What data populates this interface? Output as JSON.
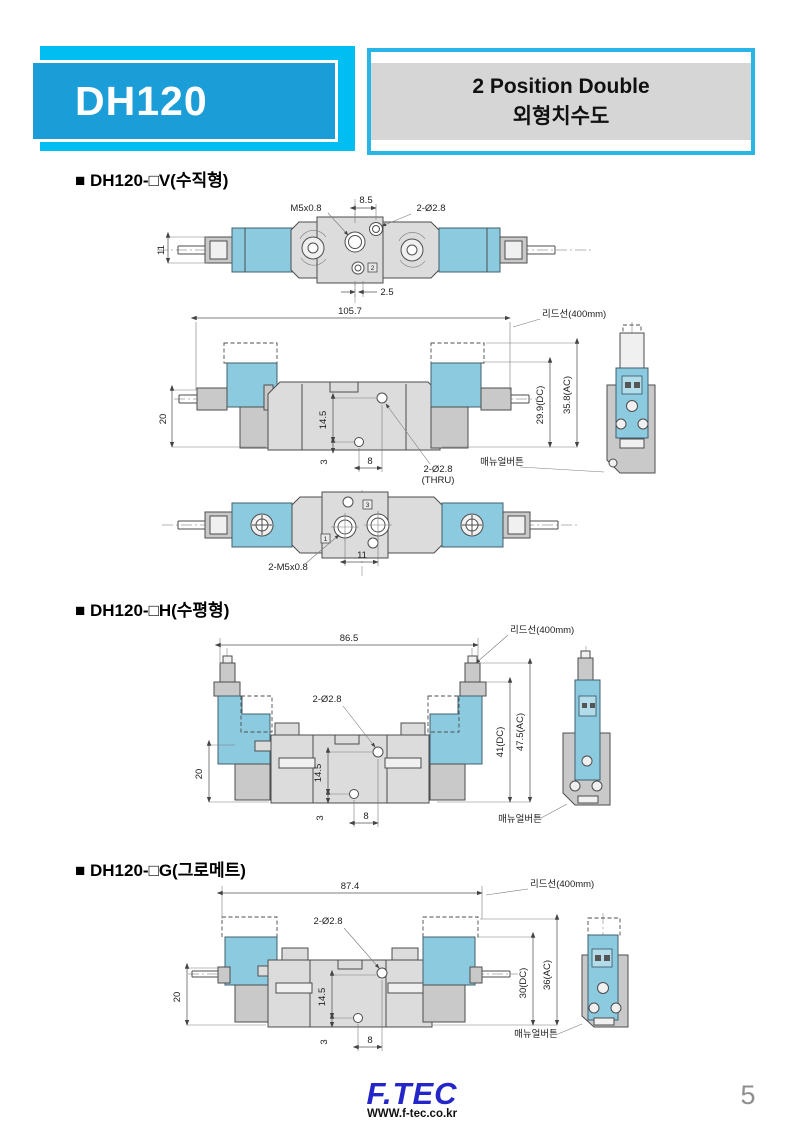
{
  "header": {
    "model": "DH120",
    "box_title_line1": "2 Position Double",
    "box_title_line2": "외형치수도"
  },
  "colors": {
    "cyan_back": "#00bdf2",
    "cyan_front": "#1b9dd8",
    "title_band_gray": "#d6d6d6",
    "solenoid_fill": "#8ccadf",
    "body_fill": "#dcdcdc",
    "logo_blue": "#2526c8"
  },
  "sections": [
    {
      "title": "■ DH120-□V(수직형)",
      "top_view": {
        "dim_width": "8.5",
        "label_thread": "M5x0.8",
        "label_holes": "2-Ø2.8",
        "dim_height": "11",
        "dim_offset": "2.5",
        "port_2": "2"
      },
      "front_view": {
        "dim_overall": "105.7",
        "label_lead": "리드선(400mm)",
        "dim_20": "20",
        "dim_145": "14.5",
        "dim_3": "3",
        "dim_8": "8",
        "label_holes1": "2-Ø2.8",
        "label_holes2": "(THRU)",
        "dim_dc": "29.9(DC)",
        "dim_ac": "35.8(AC)",
        "label_manual": "매뉴얼버튼"
      },
      "bottom_view": {
        "label_thread": "2-M5x0.8",
        "dim_pitch": "11",
        "port_3": "3",
        "port_1": "1"
      }
    },
    {
      "title": "■ DH120-□H(수평형)",
      "front_view": {
        "dim_overall": "86.5",
        "label_lead": "리드선(400mm)",
        "label_holes": "2-Ø2.8",
        "dim_20": "20",
        "dim_145": "14.5",
        "dim_3": "3",
        "dim_8": "8",
        "dim_dc": "41(DC)",
        "dim_ac": "47.5(AC)",
        "label_manual": "매뉴얼버튼"
      }
    },
    {
      "title": "■ DH120-□G(그로메트)",
      "front_view": {
        "dim_overall": "87.4",
        "label_lead": "리드선(400mm)",
        "label_holes": "2-Ø2.8",
        "dim_20": "20",
        "dim_145": "14.5",
        "dim_3": "3",
        "dim_8": "8",
        "dim_dc": "30(DC)",
        "dim_ac": "36(AC)",
        "label_manual": "매뉴얼버튼"
      }
    }
  ],
  "footer": {
    "logo": "F.TEC",
    "url": "WWW.f-tec.co.kr",
    "page_number": "5"
  }
}
